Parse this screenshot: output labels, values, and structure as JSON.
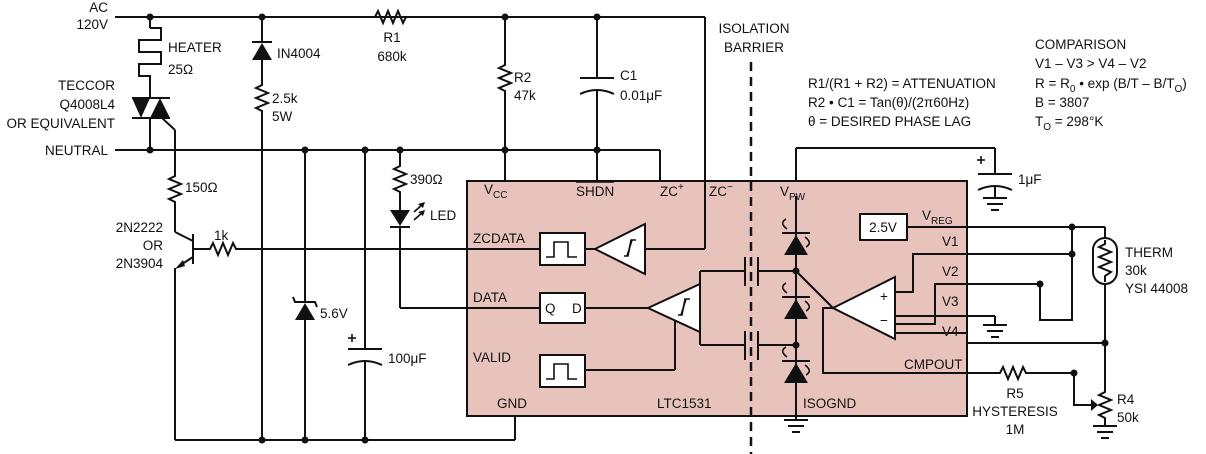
{
  "labels": {
    "ac": "AC",
    "ac_voltage": "120V",
    "neutral": "NEUTRAL",
    "heater": "HEATER",
    "heater_value": "25Ω",
    "triac_1": "TECCOR",
    "triac_2": "Q4008L4",
    "triac_3": "OR EQUIVALENT",
    "diode_in4004": "IN4004",
    "r_2_5k": "2.5k",
    "r_5w": "5W",
    "r1": "R1",
    "r1_value": "680k",
    "r2": "R2",
    "r2_value": "47k",
    "c1": "C1",
    "c1_value": "0.01μF",
    "r_150": "150Ω",
    "tr_1": "2N2222",
    "tr_2": "OR",
    "tr_3": "2N3904",
    "r_1k": "1k",
    "zener": "5.6V",
    "r_390": "390Ω",
    "led": "LED",
    "cap_100u": "100μF",
    "isolation_1": "ISOLATION",
    "isolation_2": "BARRIER",
    "eq1": "R1/(R1 + R2) = ATTENUATION",
    "eq2": "R2 • C1 = Tan(θ)/(2π60Hz)",
    "eq3": "θ = DESIRED PHASE LAG",
    "cmp1": "COMPARISON",
    "cmp2": "V1 – V3 > V4 – V2",
    "cmp3_a": "R = R",
    "cmp3_sub": "0",
    "cmp3_b": " • exp (B/T – B/T",
    "cmp3_sub2": "O",
    "cmp3_c": ")",
    "cmp4": "B = 3807",
    "cmp5_a": "T",
    "cmp5_sub": "O",
    "cmp5_b": " = 298°K",
    "cap_1u": "1μF",
    "therm": "THERM",
    "therm_value": "30k",
    "therm_part": "YSI 44008",
    "r5": "R5",
    "hysteresis": "HYSTERESIS",
    "r5_value": "1M",
    "r4": "R4",
    "r4_value": "50k",
    "ref_value": "2.5V"
  },
  "chip": {
    "name": "LTC1531",
    "vcc": "V",
    "vcc_sub": "CC",
    "shdn": "SHDN",
    "zcp": "ZC",
    "zcp_sup": "+",
    "zcm": "ZC",
    "zcm_sup": "−",
    "vpw": "V",
    "vpw_sub": "PW",
    "vreg": "V",
    "vreg_sub": "REG",
    "v1": "V1",
    "v2": "V2",
    "v3": "V3",
    "v4": "V4",
    "cmpout": "CMPOUT",
    "isognd": "ISOGND",
    "zcdata": "ZCDATA",
    "data": "DATA",
    "valid": "VALID",
    "gnd": "GND",
    "latch_q": "Q",
    "latch_d": "D",
    "plus": "+",
    "minus": "−"
  },
  "colors": {
    "chip_fill": "#e8c3bc",
    "wire": "#111111"
  }
}
